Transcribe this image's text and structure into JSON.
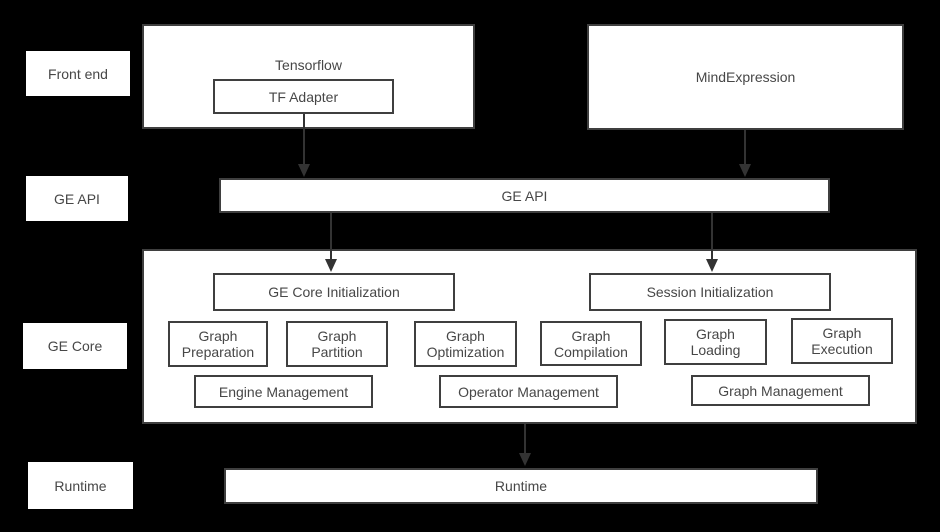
{
  "colors": {
    "bg": "#000000",
    "box-bg": "#ffffff",
    "border": "#3f3f3f",
    "text": "#474747",
    "arrow": "#333333"
  },
  "row_labels": [
    {
      "label": "Front end"
    },
    {
      "label": "GE API"
    },
    {
      "label": "GE Core"
    },
    {
      "label": "Runtime"
    }
  ],
  "front_end": {
    "tensorflow": {
      "title": "Tensorflow",
      "adapter_label": "TF Adapter"
    },
    "mind_expression": {
      "title": "MindExpression"
    }
  },
  "ge_api_bar": {
    "label": "GE API"
  },
  "ge_core": {
    "init_boxes": [
      {
        "label": "GE Core Initialization"
      },
      {
        "label": "Session Initialization"
      }
    ],
    "function_boxes": [
      {
        "line1": "Graph",
        "line2": "Preparation"
      },
      {
        "line1": "Graph",
        "line2": "Partition"
      },
      {
        "line1": "Graph",
        "line2": "Optimization"
      },
      {
        "line1": "Graph",
        "line2": "Compilation"
      },
      {
        "line1": "Graph",
        "line2": "Loading"
      },
      {
        "line1": "Graph",
        "line2": "Execution"
      }
    ],
    "management_boxes": [
      {
        "label": "Engine Management"
      },
      {
        "label": "Operator Management"
      },
      {
        "label": "Graph Management"
      }
    ]
  },
  "runtime_bar": {
    "label": "Runtime"
  }
}
